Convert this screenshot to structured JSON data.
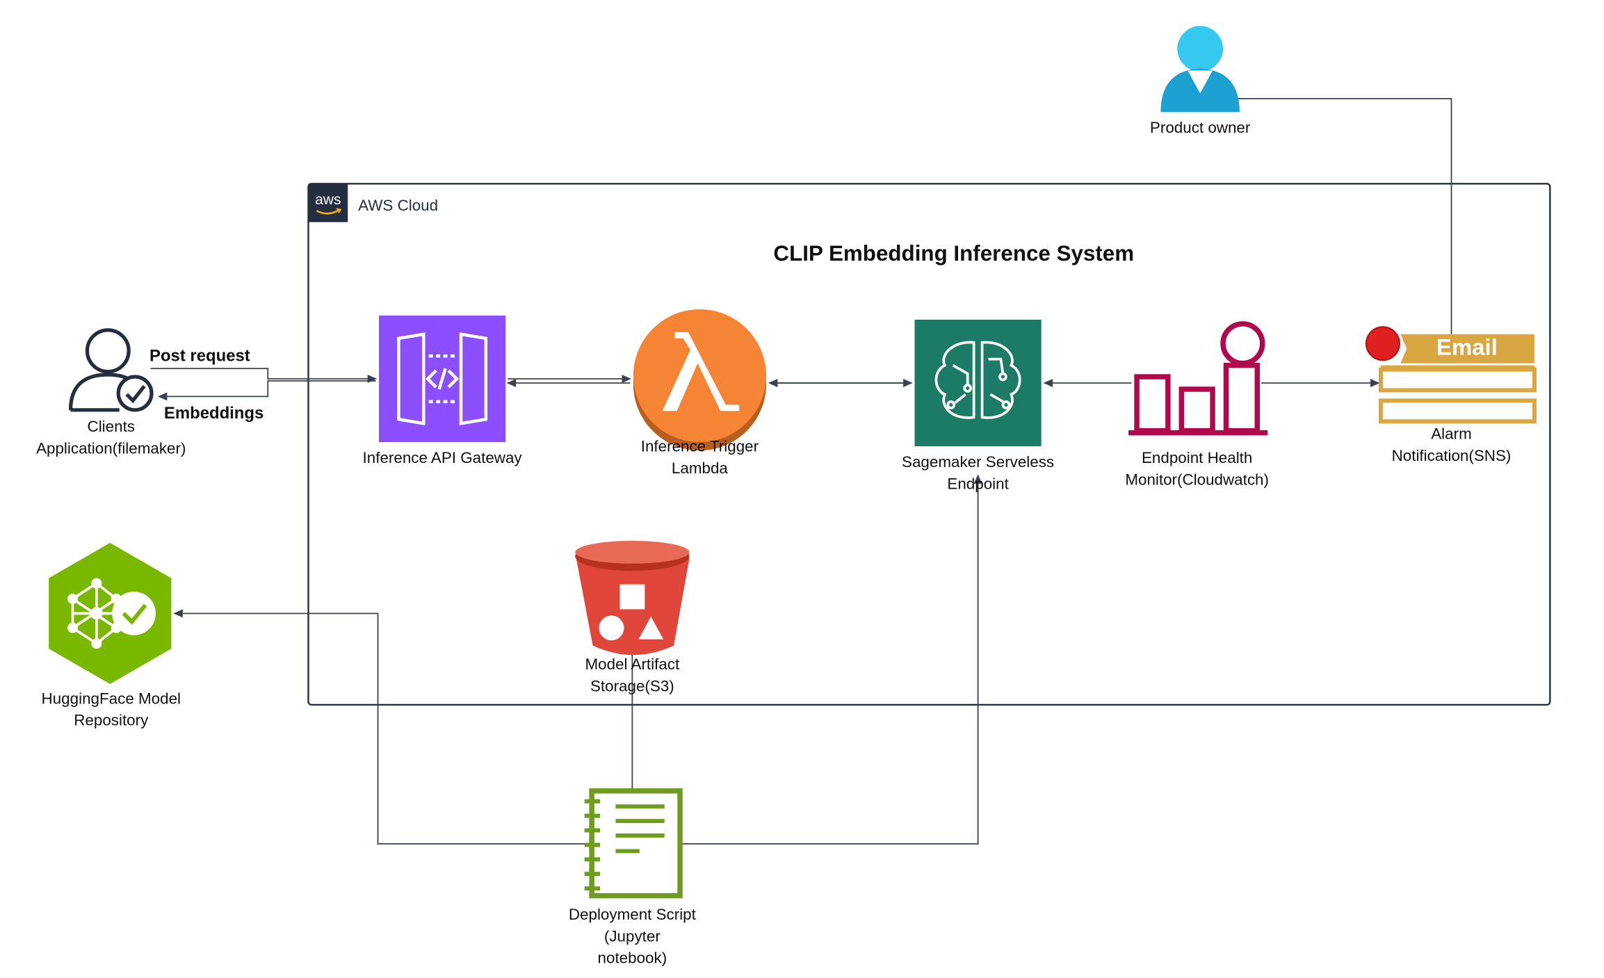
{
  "diagram": {
    "title": "CLIP Embedding Inference System",
    "cloud_label": "AWS Cloud",
    "aws_badge": "aws",
    "email_badge": "Email"
  },
  "nodes": {
    "clients": {
      "line1": "Clients",
      "line2": "Application(filemaker)",
      "icon": "user-check-icon"
    },
    "api_gateway": {
      "line1": "Inference API Gateway",
      "icon": "api-gateway-icon",
      "color": "#8c4fff"
    },
    "lambda": {
      "line1": "Inference Trigger",
      "line2": "Lambda",
      "icon": "lambda-icon",
      "color": "#f58534"
    },
    "sagemaker": {
      "line1": "Sagemaker Serveless",
      "line2": "Endpoint",
      "icon": "sagemaker-icon",
      "color": "#1b7b66"
    },
    "cloudwatch": {
      "line1": "Endpoint Health",
      "line2": "Monitor(Cloudwatch)",
      "icon": "cloudwatch-icon",
      "color": "#b0084d"
    },
    "sns": {
      "line1": "Alarm",
      "line2": "Notification(SNS)",
      "icon": "email-notification-icon",
      "color": "#d9a741"
    },
    "product_owner": {
      "line1": "Product owner",
      "icon": "person-icon",
      "color": "#29b6e8"
    },
    "huggingface": {
      "line1": "HuggingFace Model",
      "line2": "Repository",
      "icon": "huggingface-model-icon",
      "color": "#7ab800"
    },
    "s3": {
      "line1": "Model Artifact",
      "line2": "Storage(S3)",
      "icon": "s3-bucket-icon",
      "color": "#e0473a"
    },
    "deploy": {
      "line1": "Deployment Script",
      "line2": "(Jupyter",
      "line3": "notebook)",
      "icon": "notebook-icon",
      "color": "#6f9b1f"
    }
  },
  "edges": {
    "post_request": "Post request",
    "embeddings": "Embeddings"
  }
}
